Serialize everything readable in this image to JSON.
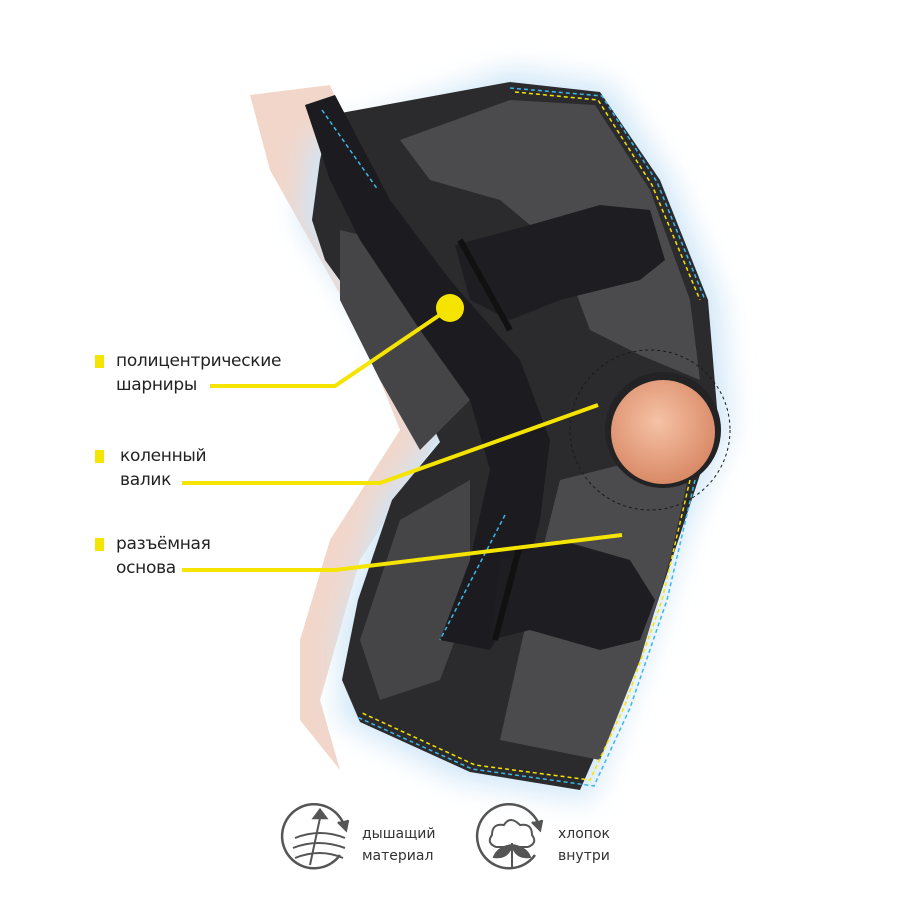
{
  "callouts": [
    {
      "line1": "полицентрические",
      "line2": "шарниры"
    },
    {
      "line1": "коленный",
      "line2": "валик"
    },
    {
      "line1": "разъёмная",
      "line2": "основа"
    }
  ],
  "features": [
    {
      "icon": "breathable-fabric-icon",
      "line1": "дышащий",
      "line2": "материал"
    },
    {
      "icon": "cotton-icon",
      "line1": "хлопок",
      "line2": "внутри"
    }
  ],
  "colors": {
    "accent": "#f5e400",
    "brace": "#2b2b2d",
    "panel": "#4a4a4c",
    "skin": "#f2d6ca",
    "stitch_blue": "#3fb6e8"
  }
}
